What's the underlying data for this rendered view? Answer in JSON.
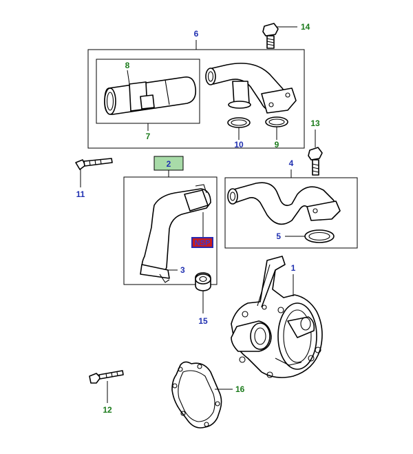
{
  "colors": {
    "callout_blue": "#1f2fb0",
    "callout_green": "#1a7a1a",
    "highlight_box": "#a8dba8",
    "nsp_fill": "#c81e1e",
    "nsp_border": "#2a2ab0"
  },
  "callouts": {
    "c1": "1",
    "c2": "2",
    "c3": "3",
    "c4": "4",
    "c5": "5",
    "c6": "6",
    "c7": "7",
    "c8": "8",
    "c9": "9",
    "c10": "10",
    "c11": "11",
    "c12": "12",
    "c13": "13",
    "c14": "14",
    "c15": "15",
    "c16": "16"
  },
  "badges": {
    "nsp": "NSP"
  }
}
